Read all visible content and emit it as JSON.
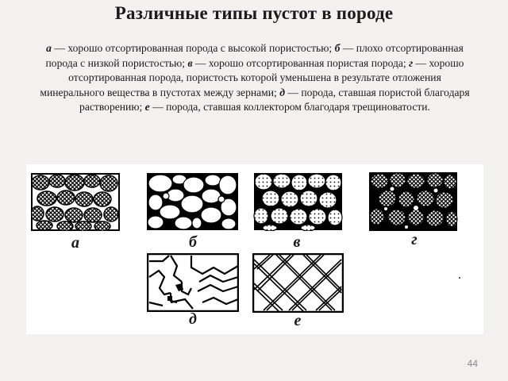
{
  "title": "Различные типы пустот в породе",
  "caption": [
    {
      "bold": "а",
      "text": " — хорошо отсортированная порода с высокой пористостью; "
    },
    {
      "bold": "б",
      "text": " — плохо отсортированная порода с низкой пористостью; "
    },
    {
      "bold": "в",
      "text": " — хорошо отсортированная пористая порода; "
    },
    {
      "bold": "г",
      "text": " — хорошо отсортированная порода, пористость которой уменьшена в результате отложения минерального вещества в пустотах между зернами; "
    },
    {
      "bold": "д",
      "text": " — порода, ставшая пористой благодаря растворению; "
    },
    {
      "bold": "е",
      "text": " — порода, ставшая коллектором благодаря трещиноватости."
    }
  ],
  "figure": {
    "labels": {
      "a": "а",
      "b": "б",
      "v": "в",
      "g": "г",
      "d": "д",
      "e": "е"
    }
  },
  "page_number": "44"
}
